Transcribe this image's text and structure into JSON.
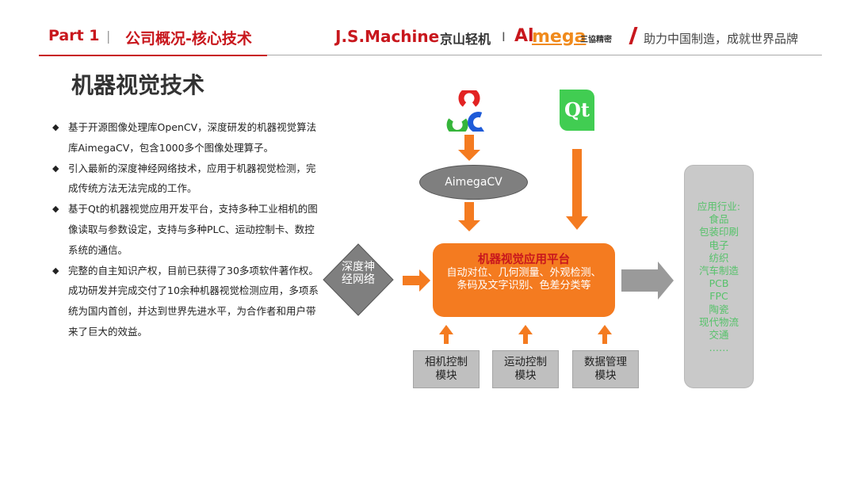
{
  "header": {
    "part": "Part 1",
    "separator": "|",
    "section": "公司概况-核心技术",
    "logo_js": "J.S.Machine",
    "logo_js_zh": "京山轻机",
    "logo_bar": "I",
    "logo_ai": "Al",
    "logo_mega": "mega",
    "logo_mega_zh": "三協精密",
    "slogan": "助力中国制造，成就世界品牌"
  },
  "title": "机器视觉技术",
  "bullets": [
    {
      "symbol": "◆",
      "text": "基于开源图像处理库OpenCV，深度研发的机器视觉算法库AimegaCV，包含1000多个图像处理算子。"
    },
    {
      "symbol": "◆",
      "text": "引入最新的深度神经网络技术，应用于机器视觉检测，完成传统方法无法完成的工作。"
    },
    {
      "symbol": "◆",
      "text": "基于Qt的机器视觉应用开发平台，支持多种工业相机的图像读取与参数设定，支持与多种PLC、运动控制卡、数控系统的通信。"
    },
    {
      "symbol": "◆",
      "text": "完整的自主知识产权，目前已获得了30多项软件著作权。成功研发并完成交付了10余种机器视觉检测应用，多项系统为国内首创，并达到世界先进水平，为合作者和用户带来了巨大的效益。"
    }
  ],
  "diagram": {
    "qt_label": "Qt",
    "aimegacv": "AimegaCV",
    "deep_net": "深度神经网络",
    "platform_title": "机器视觉应用平台",
    "platform_desc": "自动对位、几何测量、外观检测、条码及文字识别、色差分类等",
    "modules": [
      "相机控制模块",
      "运动控制模块",
      "数据管理模块"
    ],
    "industries": [
      "应用行业:",
      "食品",
      "包装印刷",
      "电子",
      "纺织",
      "汽车制造",
      "PCB",
      "FPC",
      "陶瓷",
      "现代物流",
      "交通",
      "……"
    ],
    "colors": {
      "accent_red": "#c8171d",
      "platform_orange": "#f47b20",
      "industry_green": "#56c26a"
    }
  }
}
